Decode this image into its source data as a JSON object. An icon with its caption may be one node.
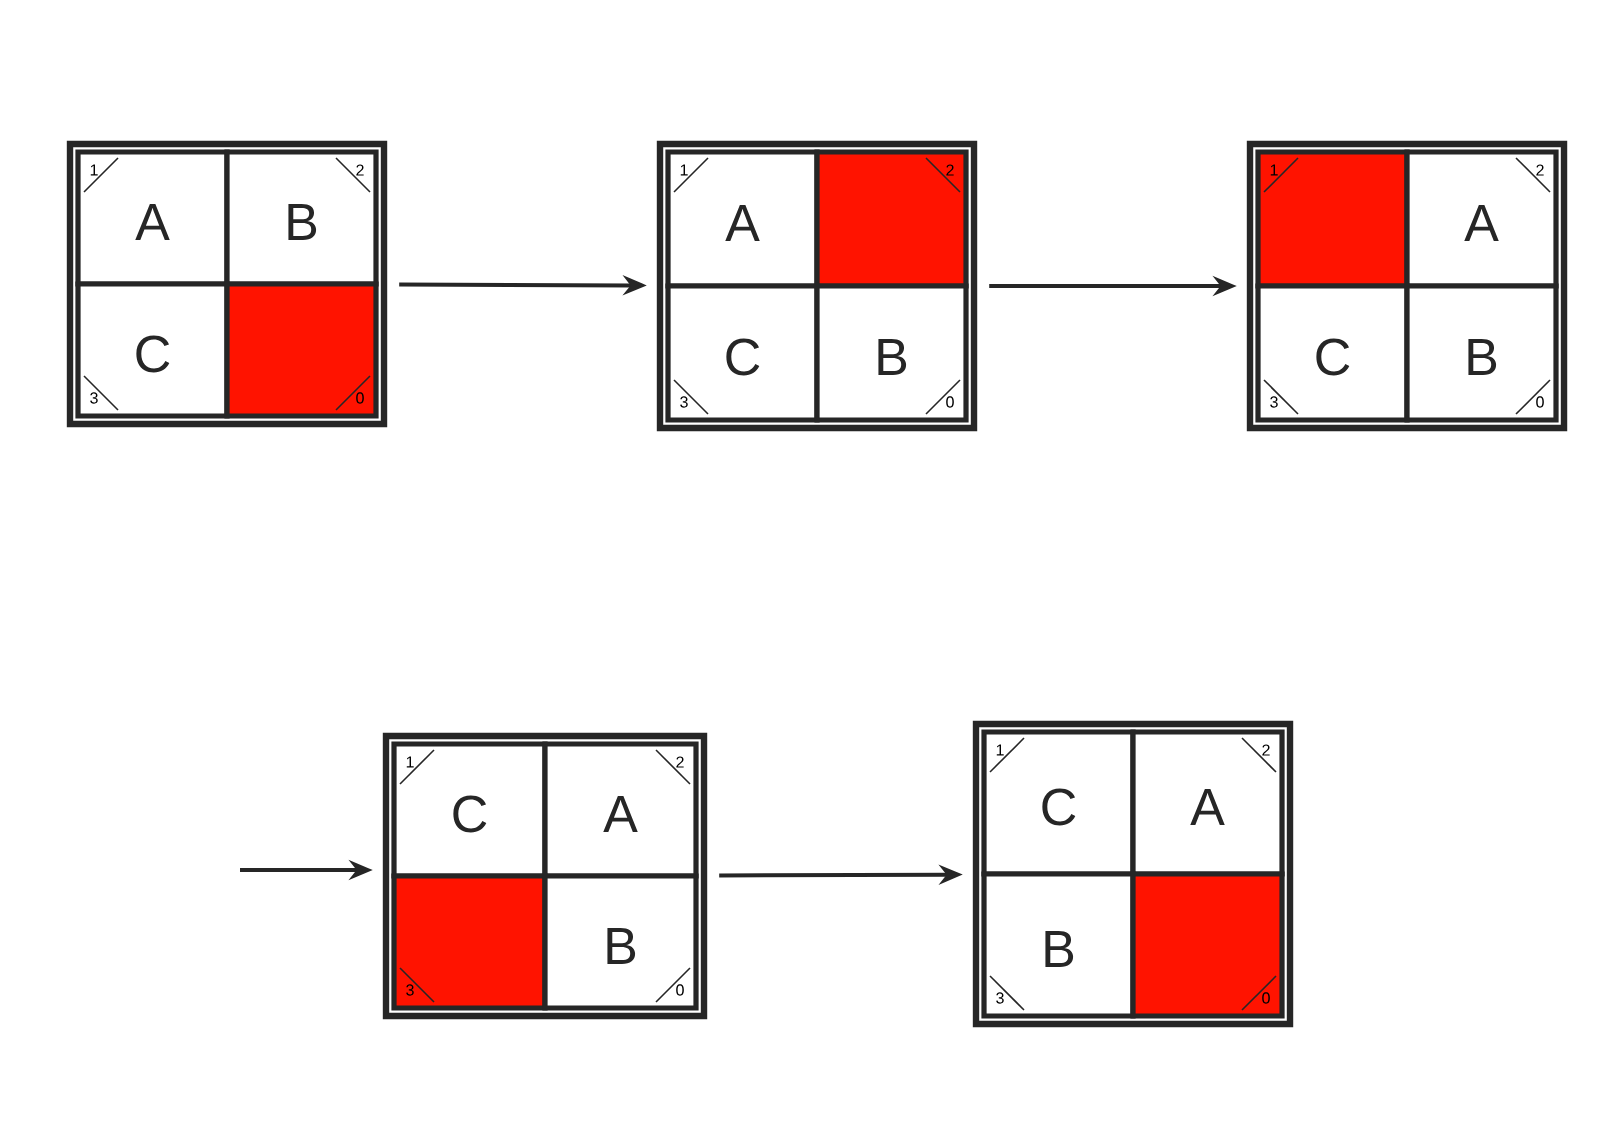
{
  "diagram": {
    "nodes": [
      {
        "text": [],
        "shape": "box"
      },
      {
        "text": [
          "1",
          "A"
        ],
        "in": 0
      },
      {
        "text": [
          "2",
          "B"
        ],
        "in": 0
      },
      {
        "text": [
          "3",
          "C"
        ],
        "in": 0
      },
      {
        "text": [
          "0"
        ],
        "in": 0
      },
      {
        "text": [],
        "shape": "box"
      },
      {
        "text": [
          "1",
          "A"
        ],
        "in": 5
      },
      {
        "text": [
          "2"
        ],
        "in": 5
      },
      {
        "text": [
          "3",
          "C"
        ],
        "in": 5
      },
      {
        "text": [
          "0",
          "B"
        ],
        "in": 5
      },
      {
        "text": [],
        "shape": "box"
      },
      {
        "text": [
          "1"
        ],
        "in": 10
      },
      {
        "text": [
          "2",
          "A"
        ],
        "in": 10
      },
      {
        "text": [
          "3",
          "C"
        ],
        "in": 10
      },
      {
        "text": [
          "0",
          "B"
        ],
        "in": 10
      },
      {
        "text": [],
        "shape": "box"
      },
      {
        "text": [
          "1",
          "C"
        ],
        "in": 15
      },
      {
        "text": [
          "2",
          "A"
        ],
        "in": 15
      },
      {
        "text": [
          "3"
        ],
        "in": 15
      },
      {
        "text": [
          "0",
          "B"
        ],
        "in": 15
      },
      {
        "text": [],
        "shape": "box"
      },
      {
        "text": [
          "1",
          "C"
        ],
        "in": 20
      },
      {
        "text": [
          "2",
          "A"
        ],
        "in": 20
      },
      {
        "text": [
          "3",
          "B"
        ],
        "in": 20
      },
      {
        "text": [
          "0"
        ],
        "in": 20
      }
    ],
    "edges": [
      {
        "from": 0,
        "to": 5,
        "arrow": "to"
      },
      {
        "from": 5,
        "to": 10,
        "arrow": "to"
      },
      {
        "from": null,
        "to": 15,
        "arrow": "to"
      },
      {
        "from": 15,
        "to": 20,
        "arrow": "to"
      }
    ]
  }
}
